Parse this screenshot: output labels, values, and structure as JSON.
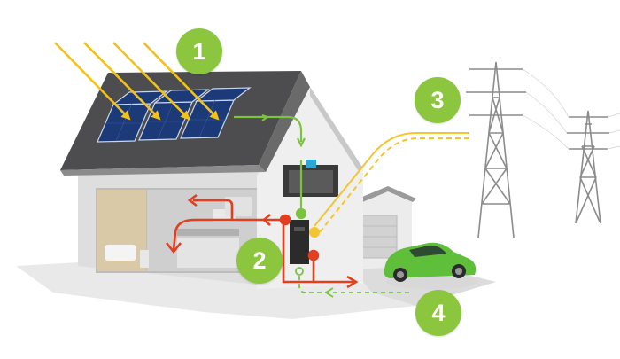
{
  "colors": {
    "badge": "#8cc63e",
    "sun_arrows": "#f2c21b",
    "grid_line": "#f3c531",
    "solar_flow": "#7cc242",
    "house_flow": "#e0401f",
    "car": "#5fbe3a",
    "roof": "#4d4d4f",
    "panel": "#1d3a78",
    "tower": "#8c8c8c"
  },
  "icons": {
    "sun": "sun-rays-icon",
    "battery": "battery-icon",
    "car": "electric-car-icon",
    "grid": "power-pylon-icon"
  },
  "badges": [
    {
      "label": "1"
    },
    {
      "label": "2"
    },
    {
      "label": "3"
    },
    {
      "label": "4"
    }
  ]
}
